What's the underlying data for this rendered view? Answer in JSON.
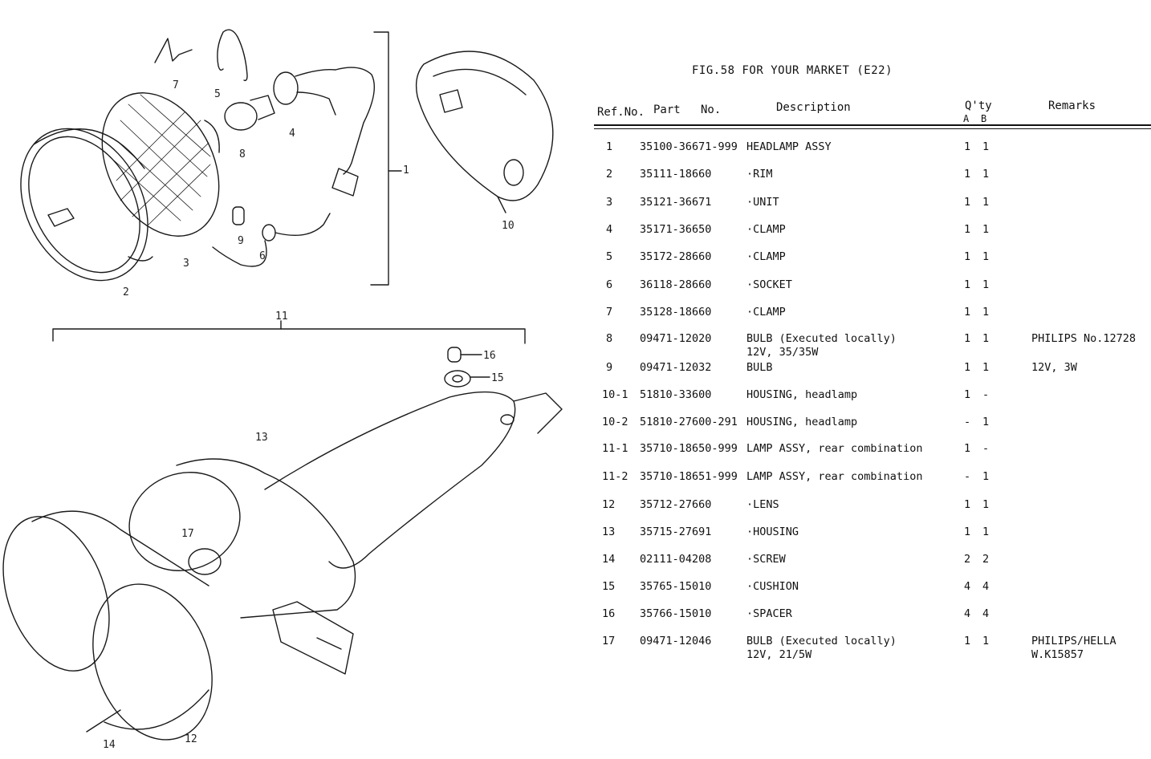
{
  "figure": {
    "title": "FIG.58  FOR YOUR MARKET (E22)"
  },
  "header": {
    "ref_no": "Ref.No.",
    "part": "Part",
    "no": "No.",
    "description": "Description",
    "qty": "Q'ty",
    "qty_a": "A",
    "qty_b": "B",
    "remarks": "Remarks"
  },
  "rows": [
    {
      "ref": "1",
      "part": "35100-36671-999",
      "desc": "HEADLAMP ASSY",
      "a": "1",
      "b": "1",
      "remarks": ""
    },
    {
      "ref": "2",
      "part": "35111-18660",
      "desc": "·RIM",
      "a": "1",
      "b": "1",
      "remarks": ""
    },
    {
      "ref": "3",
      "part": "35121-36671",
      "desc": "·UNIT",
      "a": "1",
      "b": "1",
      "remarks": ""
    },
    {
      "ref": "4",
      "part": "35171-36650",
      "desc": "·CLAMP",
      "a": "1",
      "b": "1",
      "remarks": ""
    },
    {
      "ref": "5",
      "part": "35172-28660",
      "desc": "·CLAMP",
      "a": "1",
      "b": "1",
      "remarks": ""
    },
    {
      "ref": "6",
      "part": "36118-28660",
      "desc": "·SOCKET",
      "a": "1",
      "b": "1",
      "remarks": ""
    },
    {
      "ref": "7",
      "part": "35128-18660",
      "desc": "·CLAMP",
      "a": "1",
      "b": "1",
      "remarks": ""
    },
    {
      "ref": "8",
      "part": "09471-12020",
      "desc": "BULB (Executed locally)\n12V, 35/35W",
      "a": "1",
      "b": "1",
      "remarks": "PHILIPS No.12728"
    },
    {
      "ref": "9",
      "part": "09471-12032",
      "desc": "BULB",
      "a": "1",
      "b": "1",
      "remarks": "12V, 3W"
    },
    {
      "ref": "10-1",
      "part": "51810-33600",
      "desc": "HOUSING, headlamp",
      "a": "1",
      "b": "-",
      "remarks": ""
    },
    {
      "ref": "10-2",
      "part": "51810-27600-291",
      "desc": "HOUSING, headlamp",
      "a": "-",
      "b": "1",
      "remarks": ""
    },
    {
      "ref": "11-1",
      "part": "35710-18650-999",
      "desc": "LAMP ASSY, rear combination",
      "a": "1",
      "b": "-",
      "remarks": ""
    },
    {
      "ref": "11-2",
      "part": "35710-18651-999",
      "desc": "LAMP ASSY, rear combination",
      "a": "-",
      "b": "1",
      "remarks": ""
    },
    {
      "ref": "12",
      "part": "35712-27660",
      "desc": "·LENS",
      "a": "1",
      "b": "1",
      "remarks": ""
    },
    {
      "ref": "13",
      "part": "35715-27691",
      "desc": "·HOUSING",
      "a": "1",
      "b": "1",
      "remarks": ""
    },
    {
      "ref": "14",
      "part": "02111-04208",
      "desc": "·SCREW",
      "a": "2",
      "b": "2",
      "remarks": ""
    },
    {
      "ref": "15",
      "part": "35765-15010",
      "desc": "·CUSHION",
      "a": "4",
      "b": "4",
      "remarks": ""
    },
    {
      "ref": "16",
      "part": "35766-15010",
      "desc": "·SPACER",
      "a": "4",
      "b": "4",
      "remarks": ""
    },
    {
      "ref": "17",
      "part": "09471-12046",
      "desc": "BULB (Executed locally)\n12V, 21/5W",
      "a": "1",
      "b": "1",
      "remarks": "PHILIPS/HELLA\nW.K15857"
    }
  ],
  "callouts": {
    "c1": "1",
    "c2": "2",
    "c3": "3",
    "c4": "4",
    "c5": "5",
    "c6": "6",
    "c7": "7",
    "c8": "8",
    "c9": "9",
    "c10": "10",
    "c11": "11",
    "c12": "12",
    "c13": "13",
    "c14": "14",
    "c15": "15",
    "c16": "16",
    "c17": "17"
  }
}
